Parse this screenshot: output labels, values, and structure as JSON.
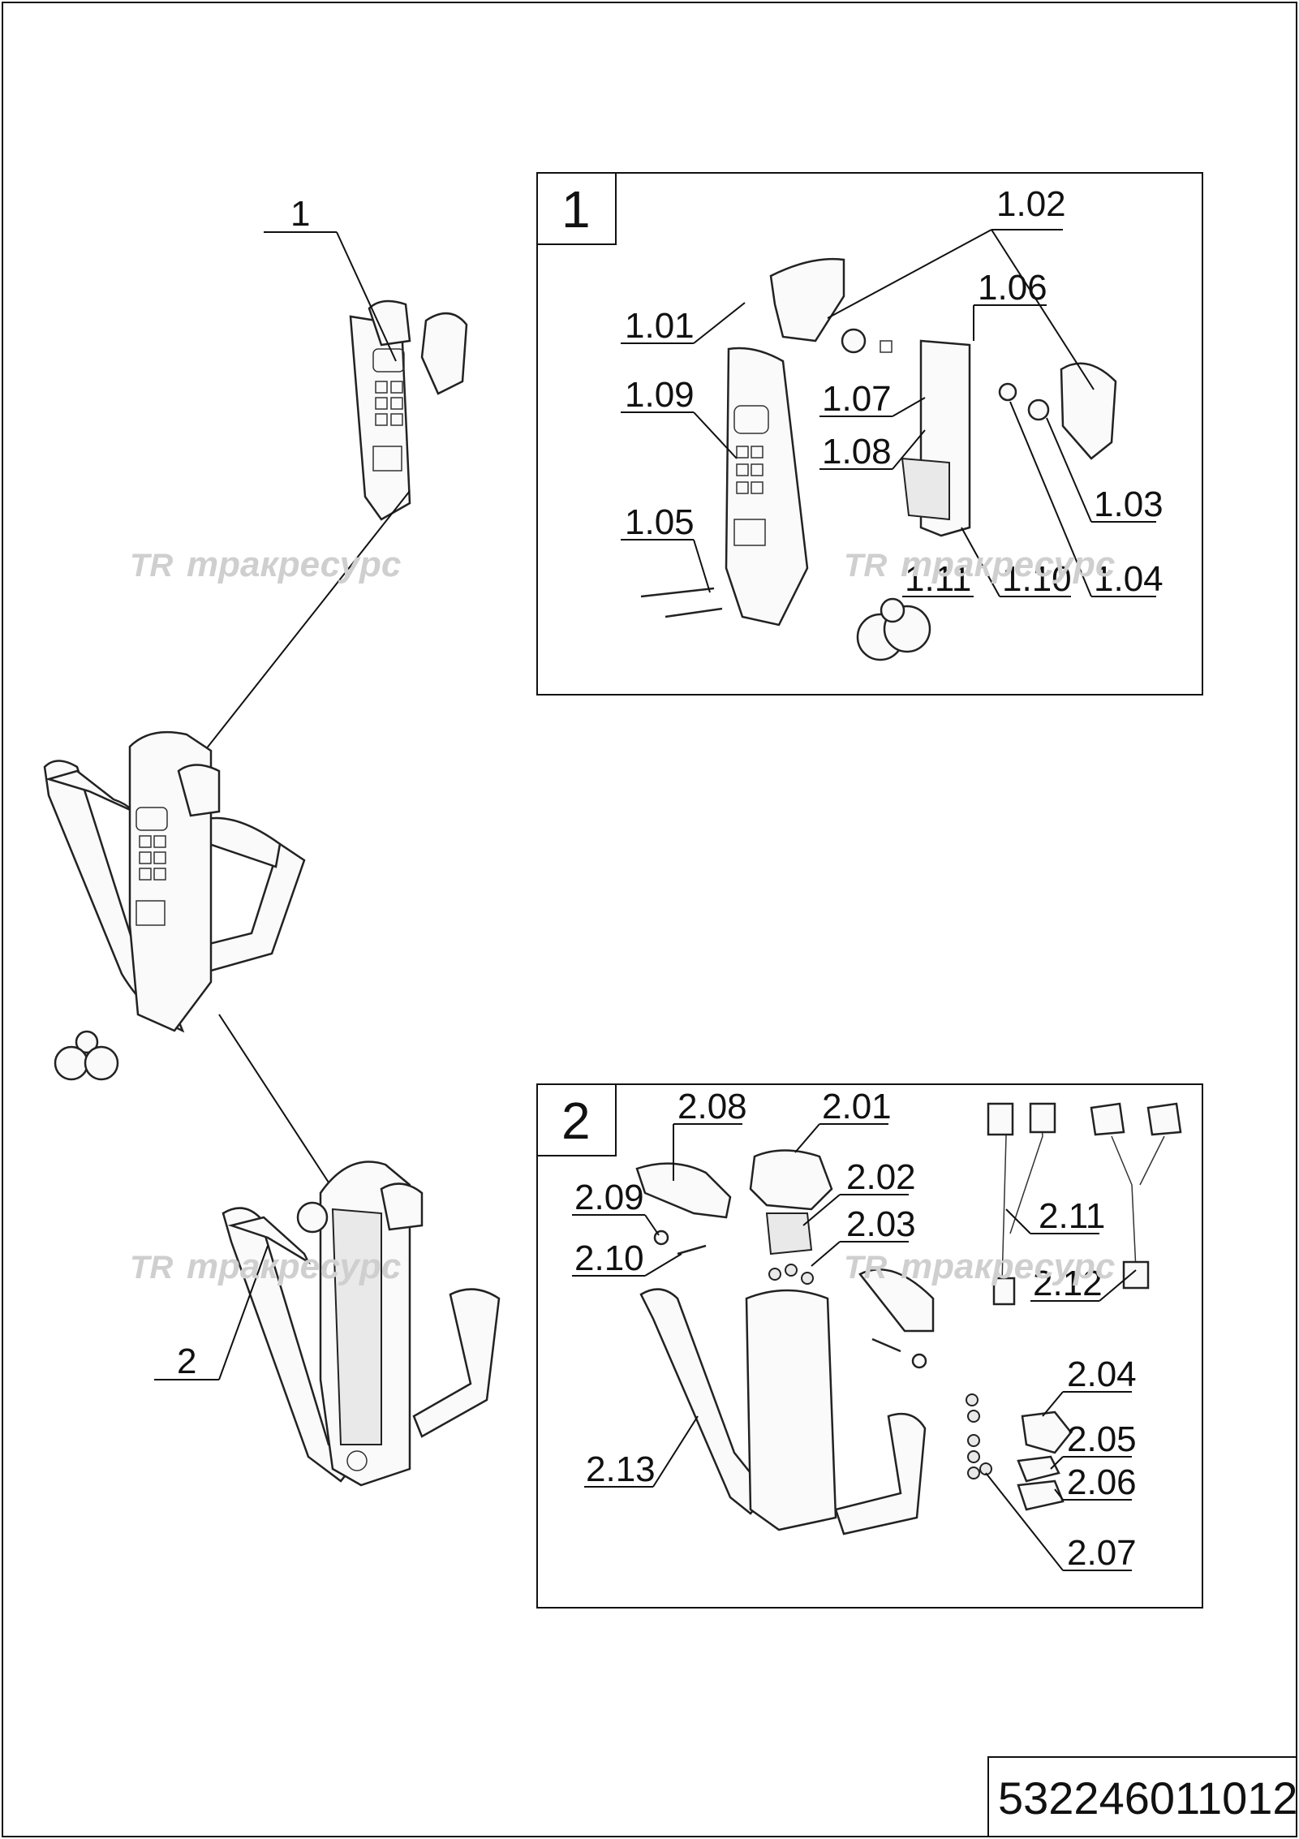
{
  "watermark": {
    "logo": "TR",
    "text": "тракресурс"
  },
  "overview": {
    "label_unit1": "1",
    "label_unit2": "2"
  },
  "panel1": {
    "number": "1",
    "labels": [
      "1.01",
      "1.02",
      "1.03",
      "1.04",
      "1.05",
      "1.06",
      "1.07",
      "1.08",
      "1.09",
      "1.10",
      "1.11"
    ]
  },
  "panel2": {
    "number": "2",
    "labels": [
      "2.01",
      "2.02",
      "2.03",
      "2.04",
      "2.05",
      "2.06",
      "2.07",
      "2.08",
      "2.09",
      "2.10",
      "2.11",
      "2.12",
      "2.13"
    ]
  },
  "drawing_code": "532246011012"
}
